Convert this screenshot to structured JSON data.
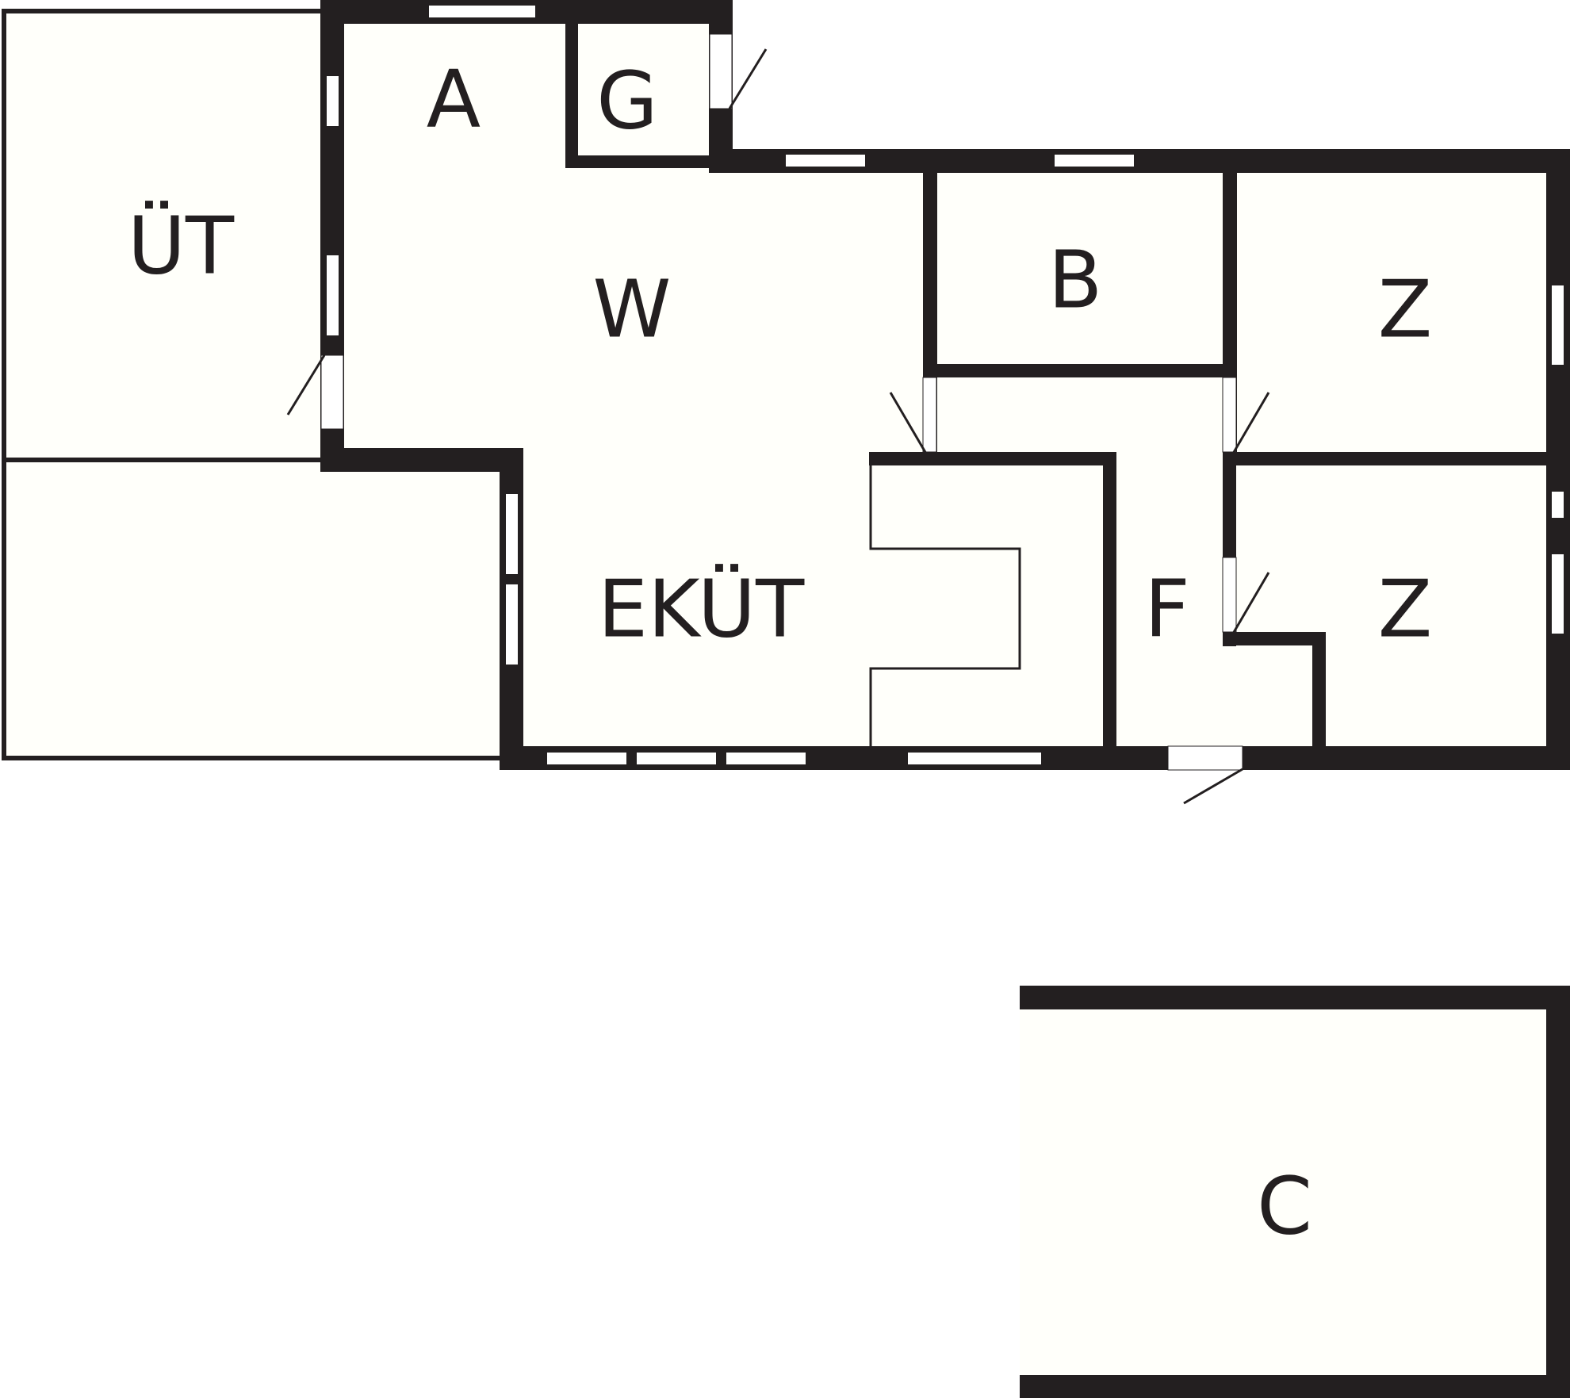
{
  "colors": {
    "wall": "#231f20",
    "floor": "#fffffa",
    "background": "#ffffff",
    "opening": "#ffffff"
  },
  "rooms": {
    "ut": "ÜT",
    "a": "A",
    "g": "G",
    "w": "W",
    "b": "B",
    "z1": "Z",
    "z2": "Z",
    "ekut": "EKÜT",
    "f": "F",
    "c": "C"
  }
}
